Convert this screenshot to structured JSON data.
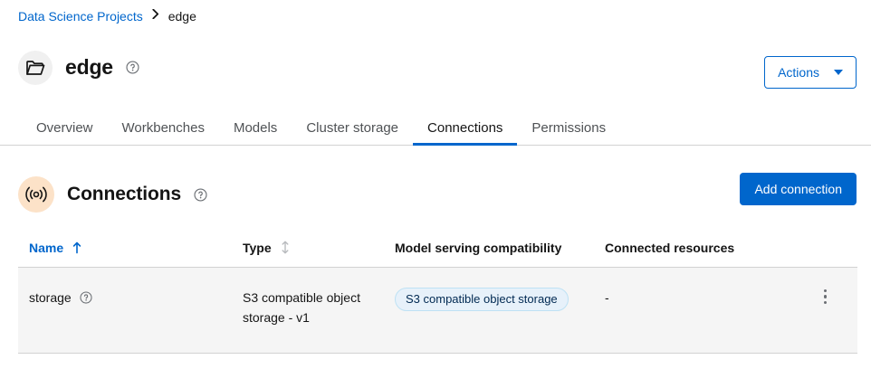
{
  "breadcrumb": {
    "root_label": "Data Science Projects",
    "separator": "❯",
    "current_label": "edge"
  },
  "header": {
    "project_icon": "folder-icon",
    "title": "edge",
    "help_icon": "help-circle-icon",
    "actions_button": {
      "label": "Actions",
      "icon": "chevron-down-icon"
    }
  },
  "tabs": [
    {
      "label": "Overview",
      "active": false
    },
    {
      "label": "Workbenches",
      "active": false
    },
    {
      "label": "Models",
      "active": false
    },
    {
      "label": "Cluster storage",
      "active": false
    },
    {
      "label": "Connections",
      "active": true
    },
    {
      "label": "Permissions",
      "active": false
    }
  ],
  "section": {
    "icon": "broadcast-signal-icon",
    "title": "Connections",
    "help_icon": "help-circle-icon",
    "add_button_label": "Add connection"
  },
  "table": {
    "columns": [
      {
        "label": "Name",
        "sort": "asc",
        "sort_icon": "sort-arrow-up-icon"
      },
      {
        "label": "Type",
        "sort": "none",
        "sort_icon": "sort-both-icon"
      },
      {
        "label": "Model serving compatibility",
        "sort": "none",
        "sort_icon": ""
      },
      {
        "label": "Connected resources",
        "sort": "none",
        "sort_icon": ""
      }
    ],
    "rows": [
      {
        "name": "storage",
        "name_help_icon": "help-circle-icon",
        "type": "S3 compatible object storage - v1",
        "compatibility_chip": "S3 compatible object storage",
        "connected_resources": "-",
        "kebab_icon": "kebab-menu-icon"
      }
    ]
  },
  "colors": {
    "accent_blue": "#0066cc",
    "chip_bg": "#e7f1fa",
    "chip_border": "#bee1f4",
    "chip_text": "#002952",
    "row_bg": "#f5f5f5",
    "section_avatar_bg": "#fce2c8",
    "project_avatar_bg": "#f0f0f0",
    "border": "#d2d2d2"
  }
}
